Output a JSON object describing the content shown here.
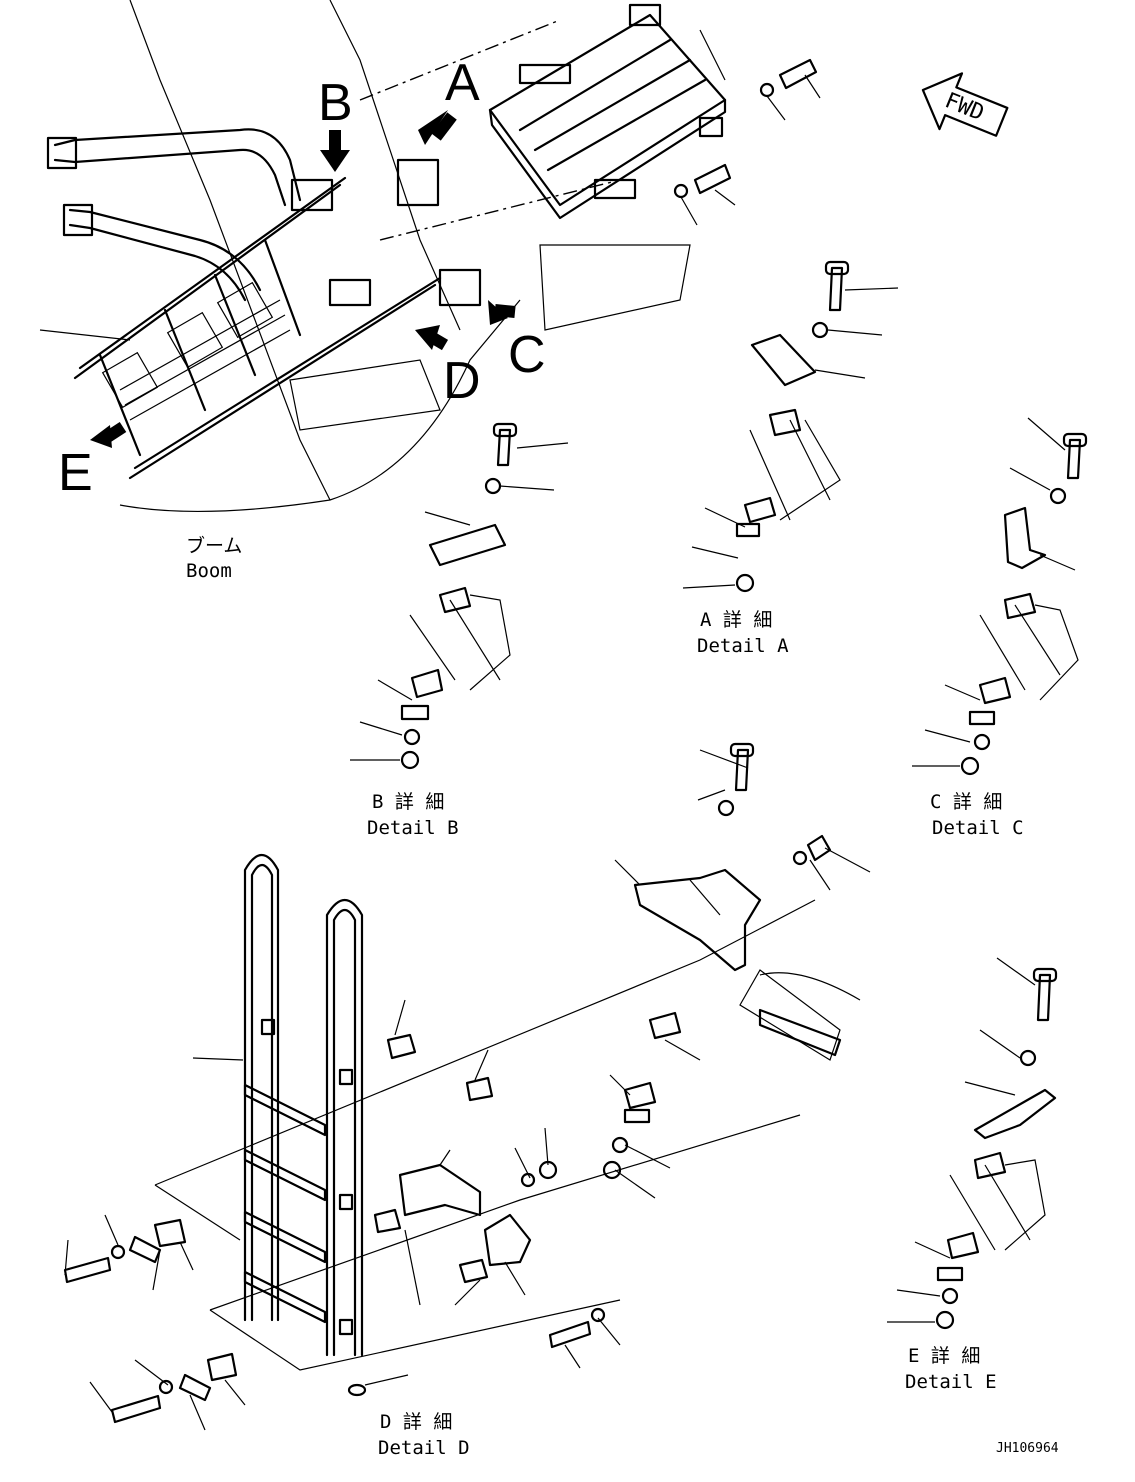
{
  "diagram": {
    "view_labels": {
      "A": "A",
      "B": "B",
      "C": "C",
      "D": "D",
      "E": "E"
    },
    "boom": {
      "jp": "ブーム",
      "en": "Boom"
    },
    "fwd": "FWD",
    "details": {
      "A": {
        "jp": "A 詳 細",
        "en": "Detail A"
      },
      "B": {
        "jp": "B 詳 細",
        "en": "Detail B"
      },
      "C": {
        "jp": "C 詳 細",
        "en": "Detail C"
      },
      "D": {
        "jp": "D 詳 細",
        "en": "Detail D"
      },
      "E": {
        "jp": "E 詳 細",
        "en": "Detail E"
      }
    },
    "drawing_id": "JH106964"
  }
}
